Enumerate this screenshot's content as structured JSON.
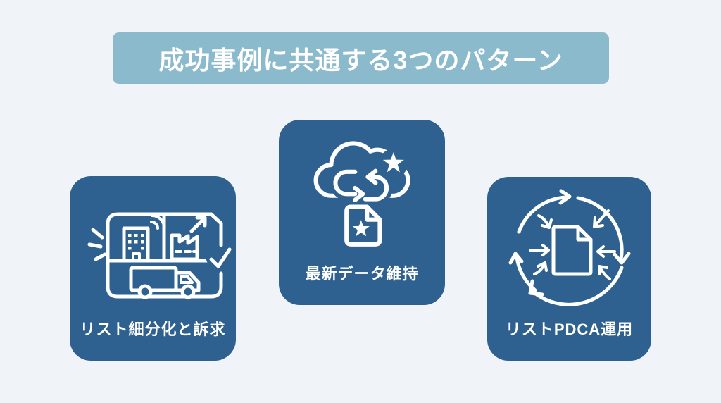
{
  "banner": {
    "title": "成功事例に共通する3つのパターン"
  },
  "cards": [
    {
      "id": "list-segmentation",
      "label": "リスト細分化と訴求",
      "icon": "segmented-business-truck-icon"
    },
    {
      "id": "latest-data",
      "label": "最新データ維持",
      "icon": "cloud-sync-document-icon"
    },
    {
      "id": "pdca-cycle",
      "label": "リストPDCA運用",
      "icon": "document-cycle-arrows-icon"
    }
  ],
  "theme": {
    "bg": "#f0f4f9",
    "banner": "#8cbacd",
    "card": "#2e6190",
    "text": "#ffffff"
  }
}
